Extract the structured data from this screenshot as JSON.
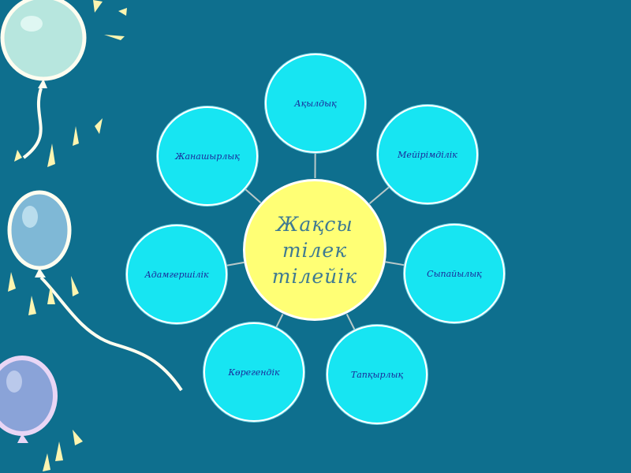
{
  "center": {
    "lines": [
      "Жақсы",
      "тілек",
      "тілейік"
    ]
  },
  "nodes": [
    {
      "id": "akyldyk",
      "label": "Ақылдық"
    },
    {
      "id": "meyirimdilik",
      "label": "Мейірімділік"
    },
    {
      "id": "sypaiylyk",
      "label": "Сыпайылық"
    },
    {
      "id": "tapkyrlyk",
      "label": "Тапқырлық"
    },
    {
      "id": "koregendik",
      "label": "Көрегендік"
    },
    {
      "id": "adamgershilik",
      "label": "Адамгершілік"
    },
    {
      "id": "zhanashyrlyk",
      "label": "Жанашырлық"
    }
  ],
  "colors": {
    "background": "#0e6f8e",
    "node_fill": "#17e5f2",
    "center_fill": "#ffff75",
    "node_text": "#1a2a9a",
    "center_text": "#3f7a92"
  }
}
